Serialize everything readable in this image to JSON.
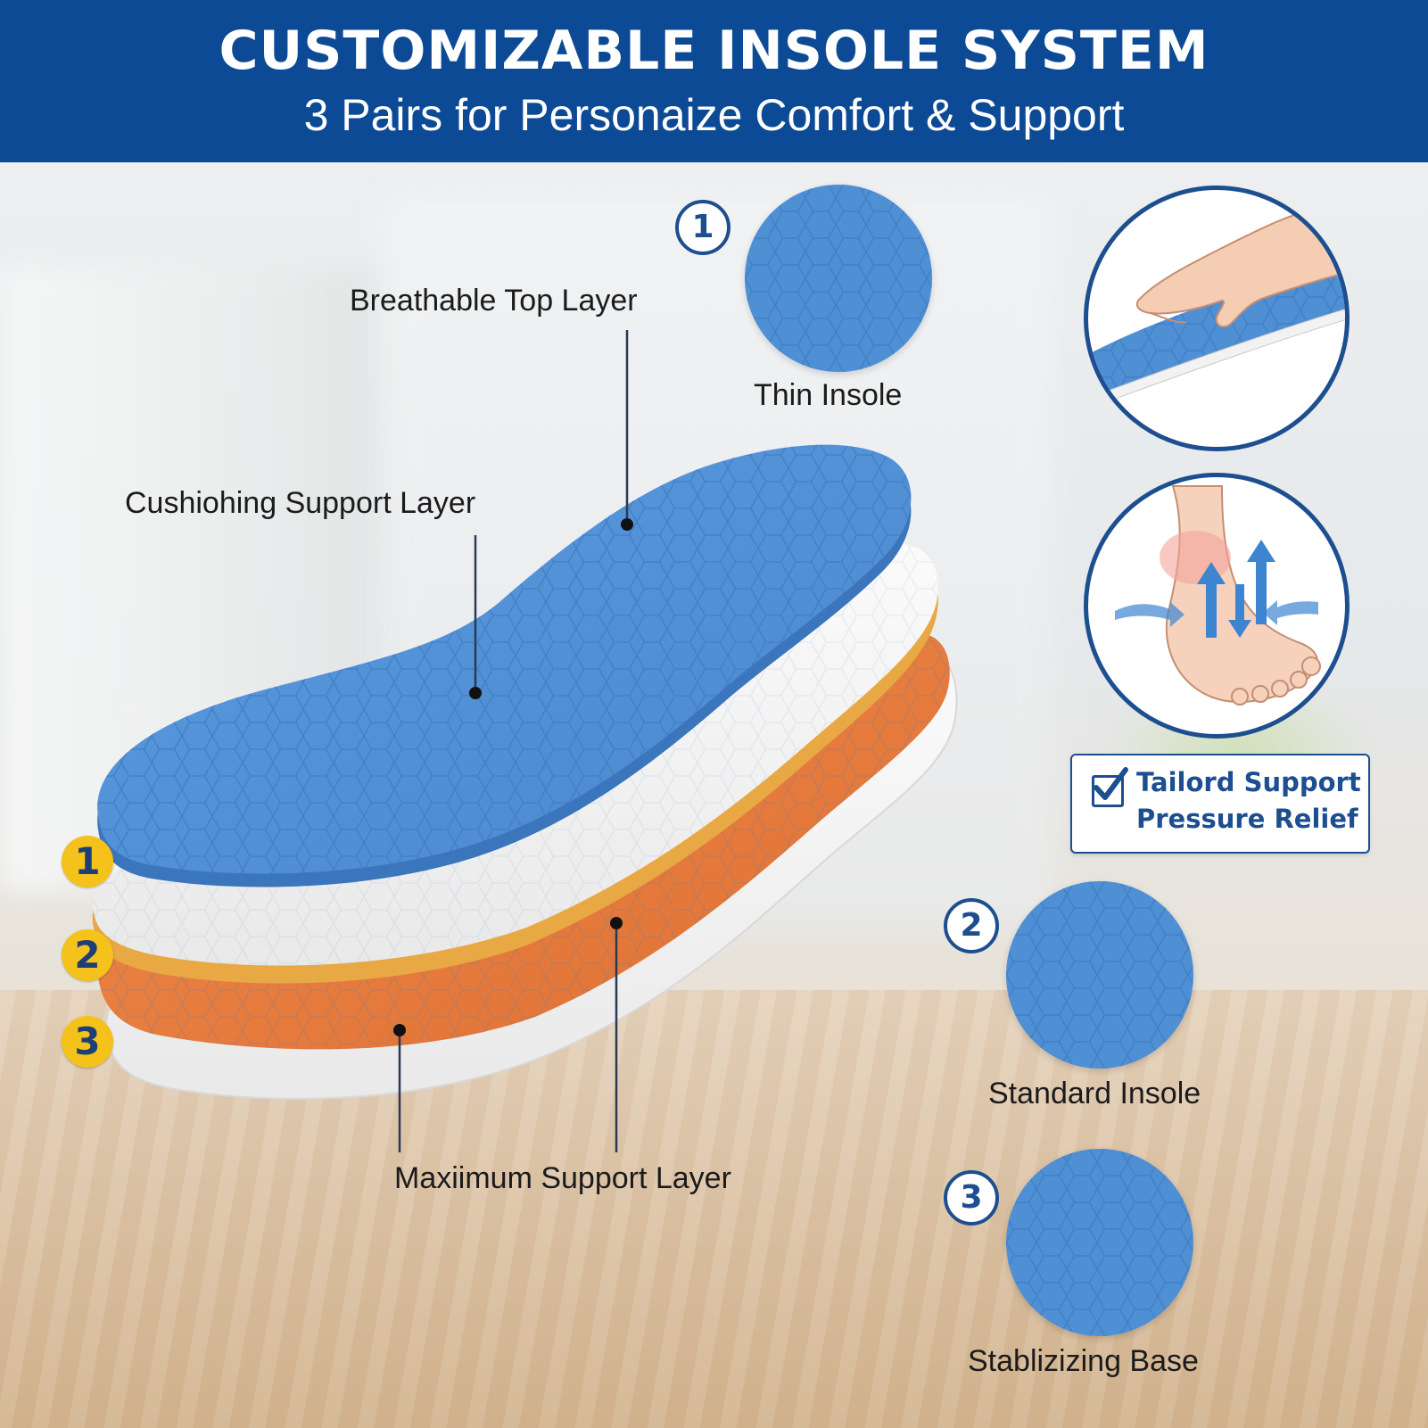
{
  "header": {
    "title": "CUSTOMIZABLE INSOLE SYSTEM",
    "subtitle": "3 Pairs for Personaize Comfort & Support"
  },
  "layers": {
    "breathable_top": "Breathable Top Layer",
    "cushioning_support": "Cushiohing Support Layer",
    "maximum_support": "Maxiimum Support Layer"
  },
  "insole_markers": [
    "1",
    "2",
    "3"
  ],
  "options": [
    {
      "number": "1",
      "name": "Thin Insole"
    },
    {
      "number": "2",
      "name": "Standard Insole"
    },
    {
      "number": "3",
      "name": "Stablizizing Base"
    }
  ],
  "benefit": {
    "line1": "Tailord Support",
    "line2": "Pressure Relief"
  },
  "colors": {
    "header_blue": "#0d4a95",
    "insole_blue": "#4f8fd4",
    "foam_orange": "#e77a3c",
    "foam_yellow": "#e8a844",
    "marker_yellow": "#f4c21a",
    "outline_blue": "#1d4e8f"
  },
  "icons": {
    "benefit": "checkmark-icon",
    "illustration_1": "hand-pressing-insole-icon",
    "illustration_2": "foot-pressure-relief-icon"
  }
}
